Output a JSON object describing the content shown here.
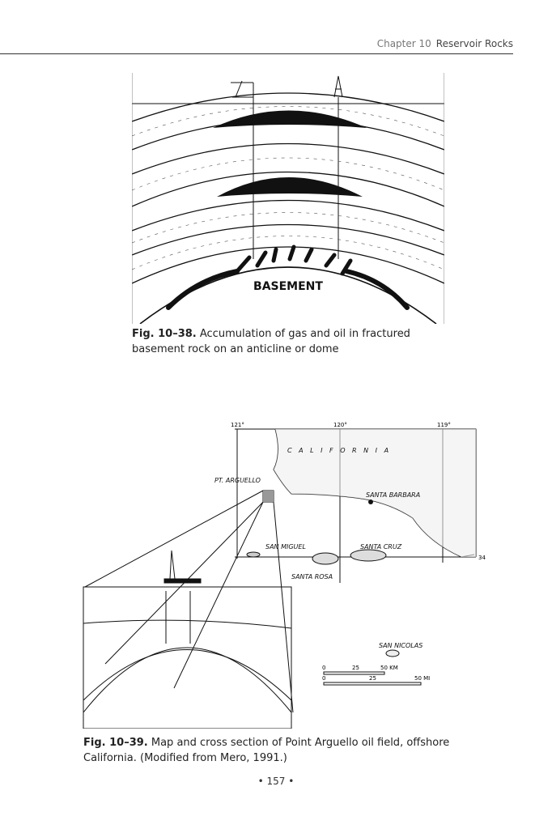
{
  "header": {
    "chapter": "Chapter 10",
    "title": "Reservoir Rocks"
  },
  "figure1": {
    "label_basement": "BASEMENT",
    "caption_number": "Fig. 10–38.",
    "caption_text": "Accumulation of gas and oil in fractured basement rock on an anticline or dome"
  },
  "figure2": {
    "longitudes": [
      "121°",
      "120°",
      "119°"
    ],
    "latitude": "34°",
    "labels": {
      "california": "C A L I F O R N I A",
      "pt_arguello": "PT. ARGUELLO",
      "santa_barbara": "SANTA BARBARA",
      "san_miguel": "SAN MIGUEL",
      "santa_cruz": "SANTA CRUZ",
      "santa_rosa": "SANTA ROSA",
      "san_nicolas": "SAN NICOLAS"
    },
    "scale": {
      "km_ticks": [
        "0",
        "25",
        "50 KM"
      ],
      "mi_ticks": [
        "0",
        "25",
        "50 MI"
      ]
    },
    "caption_number": "Fig. 10–39.",
    "caption_text": "Map and cross section of Point Arguello oil field, offshore California. (Modified from Mero, 1991.)"
  },
  "page_number": "• 157 •"
}
